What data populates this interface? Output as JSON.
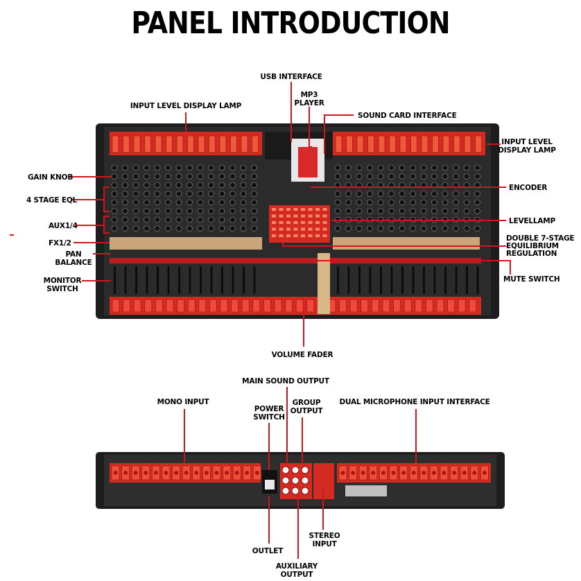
{
  "title": "PANEL INTRODUCTION",
  "top_labels": {
    "usb_interface": "USB INTERFACE",
    "mp3_player": [
      "MP3",
      "PLAYER"
    ],
    "sound_card_interface": "SOUND CARD INTERFACE",
    "input_level_display_lamp_left": "INPUT LEVEL DISPLAY LAMP",
    "input_level_display_lamp_right": [
      "INPUT LEVEL",
      "DISPLAY LAMP"
    ],
    "gain_knob": "GAIN KNOB",
    "stage_eql": "4 STAGE EQL",
    "aux": "AUX1/4",
    "fx": "FX1/2",
    "pan_balance": [
      "PAN",
      "BALANCE"
    ],
    "monitor_switch": [
      "MONITOR",
      "SWITCH"
    ],
    "encoder": "ENCODER",
    "levellamp": "LEVELLAMP",
    "double_eq": [
      "DOUBLE 7-STAGE",
      "EQUILIBRIUM",
      "REGULATION"
    ],
    "mute_switch": "MUTE SWITCH",
    "volume_fader": "VOLUME FADER"
  },
  "bottom_labels": {
    "main_sound_output": "MAIN SOUND OUTPUT",
    "mono_input": "MONO INPUT",
    "power_switch": [
      "POWER",
      "SWITCH"
    ],
    "group_output": [
      "GROUP",
      "OUTPUT"
    ],
    "dual_mic_input": "DUAL MICROPHONE INPUT INTERFACE",
    "outlet": "OUTLET",
    "stereo_input": [
      "STEREO",
      "INPUT"
    ],
    "auxiliary_output": [
      "AUXILIARY",
      "OUTPUT"
    ]
  },
  "colors": {
    "leader_line": "#d0161c",
    "panel_body": "#2a2a2a",
    "accent_red": "#e0242a",
    "tan_strip": "#c9a77a"
  },
  "icons": {
    "mixer_top": "mixing-console-top-view",
    "mixer_rear": "mixing-console-rear-view"
  }
}
